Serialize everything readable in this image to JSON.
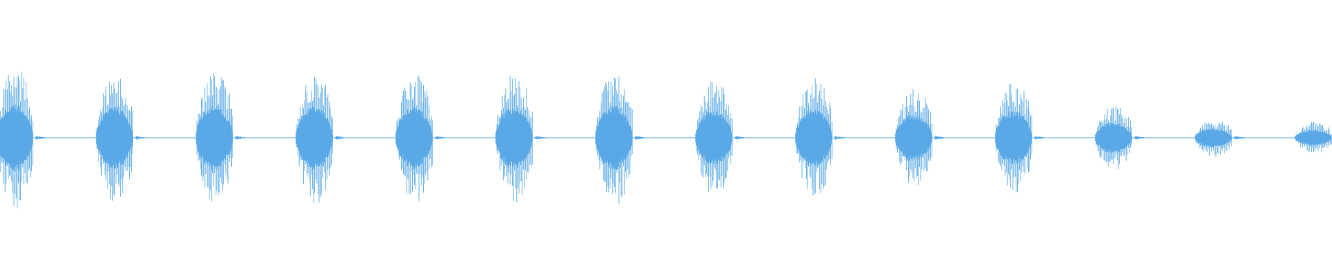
{
  "waveform": {
    "color": "#5aa9e6",
    "background": "#ffffff",
    "bursts": [
      {
        "index": 1,
        "amplitude": 1.0,
        "cut_left": true
      },
      {
        "index": 2,
        "amplitude": 0.92
      },
      {
        "index": 3,
        "amplitude": 0.96
      },
      {
        "index": 4,
        "amplitude": 0.94
      },
      {
        "index": 5,
        "amplitude": 0.93
      },
      {
        "index": 6,
        "amplitude": 0.93
      },
      {
        "index": 7,
        "amplitude": 0.97
      },
      {
        "index": 8,
        "amplitude": 0.83
      },
      {
        "index": 9,
        "amplitude": 0.85
      },
      {
        "index": 10,
        "amplitude": 0.7
      },
      {
        "index": 11,
        "amplitude": 0.8
      },
      {
        "index": 12,
        "amplitude": 0.46
      },
      {
        "index": 13,
        "amplitude": 0.28
      },
      {
        "index": 14,
        "amplitude": 0.23,
        "cut_right": true
      }
    ]
  }
}
